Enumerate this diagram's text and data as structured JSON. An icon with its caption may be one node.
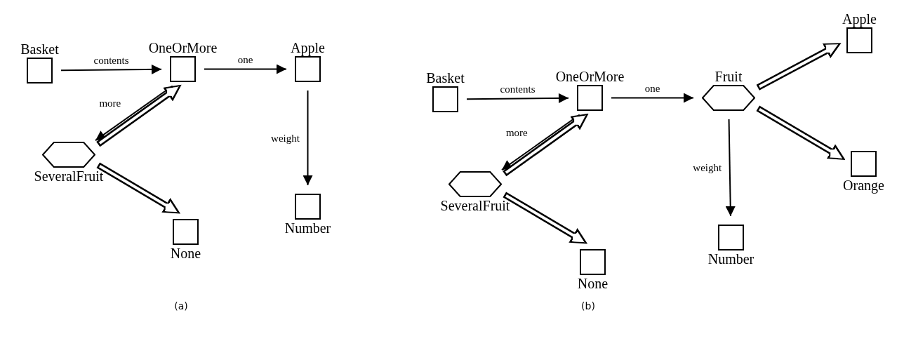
{
  "diagram": {
    "nodes": [
      {
        "text": [
          "Basket"
        ]
      },
      {
        "text": [
          "OneOrMore"
        ]
      },
      {
        "text": [
          "Apple"
        ]
      },
      {
        "text": [
          "SeveralFruit"
        ]
      },
      {
        "text": [
          "None"
        ]
      },
      {
        "text": [
          "Number"
        ]
      },
      {
        "text": [
          "Basket"
        ]
      },
      {
        "text": [
          "OneOrMore"
        ]
      },
      {
        "text": [
          "Fruit"
        ]
      },
      {
        "text": [
          "Apple"
        ]
      },
      {
        "text": [
          "SeveralFruit"
        ]
      },
      {
        "text": [
          "None"
        ]
      },
      {
        "text": [
          "Number"
        ]
      },
      {
        "text": [
          "Orange"
        ]
      }
    ],
    "edges": [
      {
        "from": 0,
        "to": 1,
        "arrow": "to",
        "label": "contents"
      },
      {
        "from": 1,
        "to": 2,
        "arrow": "to",
        "label": "one"
      },
      {
        "from": 1,
        "to": 3,
        "arrow": "to",
        "label": "more"
      },
      {
        "from": 3,
        "to": 1,
        "arrow": "to",
        "style": "thick"
      },
      {
        "from": 3,
        "to": 4,
        "arrow": "to",
        "style": "thick"
      },
      {
        "from": 2,
        "to": 5,
        "arrow": "to",
        "label": "weight"
      },
      {
        "from": 6,
        "to": 7,
        "arrow": "to",
        "label": "contents"
      },
      {
        "from": 7,
        "to": 8,
        "arrow": "to",
        "label": "one"
      },
      {
        "from": 7,
        "to": 10,
        "arrow": "to",
        "label": "more"
      },
      {
        "from": 10,
        "to": 7,
        "arrow": "to",
        "style": "thick"
      },
      {
        "from": 10,
        "to": 11,
        "arrow": "to",
        "style": "thick"
      },
      {
        "from": 8,
        "to": 9,
        "arrow": "to",
        "style": "thick"
      },
      {
        "from": 8,
        "to": 13,
        "arrow": "to",
        "style": "thick"
      },
      {
        "from": 8,
        "to": 12,
        "arrow": "to",
        "label": "weight"
      }
    ],
    "labels": [
      "(a)",
      "(b)"
    ]
  }
}
